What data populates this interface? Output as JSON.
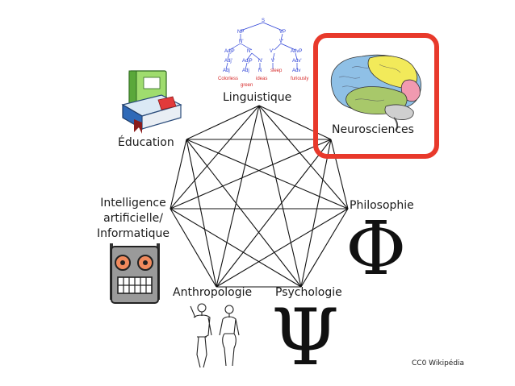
{
  "diagram": {
    "nodes": [
      {
        "id": "linguistique",
        "label": "Linguistique"
      },
      {
        "id": "neurosciences",
        "label": "Neurosciences"
      },
      {
        "id": "philosophie",
        "label": "Philosophie"
      },
      {
        "id": "psychologie",
        "label": "Psychologie"
      },
      {
        "id": "anthropologie",
        "label": "Anthropologie"
      },
      {
        "id": "intelligence",
        "label_lines": [
          "Intelligence",
          "artificielle/",
          "Informatique"
        ]
      },
      {
        "id": "education",
        "label": "Éducation"
      }
    ],
    "edges": "complete-graph",
    "highlighted": "neurosciences",
    "highlight_color": "#e8392b"
  },
  "symbols": {
    "philosophy": "Φ",
    "psychology": "Ψ"
  },
  "syntax_tree": {
    "root": "S",
    "words": [
      "Colorless",
      "green",
      "ideas",
      "sleep",
      "furiously"
    ],
    "color": "#2a3fd6",
    "word_color": "#d62a2a"
  },
  "credit": "CC0 Wikipédia"
}
